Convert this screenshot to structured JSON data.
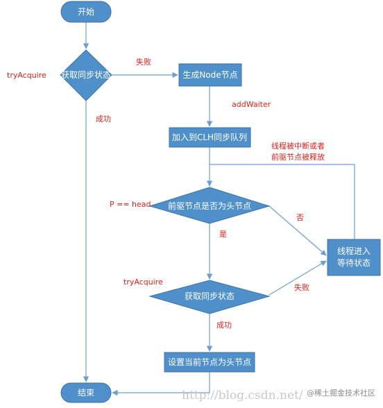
{
  "nodes": {
    "start": "开始",
    "acquire_1": "获取同步状态",
    "create_node": "生成Node节点",
    "enqueue": "加入到CLH同步队列",
    "is_head": "前驱节点是否为头节点",
    "wait": [
      "线程进入",
      "等待状态"
    ],
    "acquire_2": "获取同步状态",
    "set_head": "设置当前节点为头节点",
    "end": "结束"
  },
  "labels": {
    "try_acquire_1": "tryAcquire",
    "fail_1": "失败",
    "success_1": "成功",
    "add_waiter": "addWaiter",
    "interrupted": [
      "线程被中断或者",
      "前驱节点被释放"
    ],
    "p_eq_head": "P == head",
    "no": "否",
    "yes": "是",
    "try_acquire_2": "tryAcquire",
    "fail_2": "失败",
    "success_2": "成功"
  },
  "watermark": {
    "url": "http://blog.csdn.net/",
    "brand": "@稀土掘金技术社区"
  },
  "colors": {
    "node_fill": "#4f8fca",
    "node_stroke": "#3b73a8",
    "edge": "#6d9ed3",
    "label": "#e0201b"
  }
}
